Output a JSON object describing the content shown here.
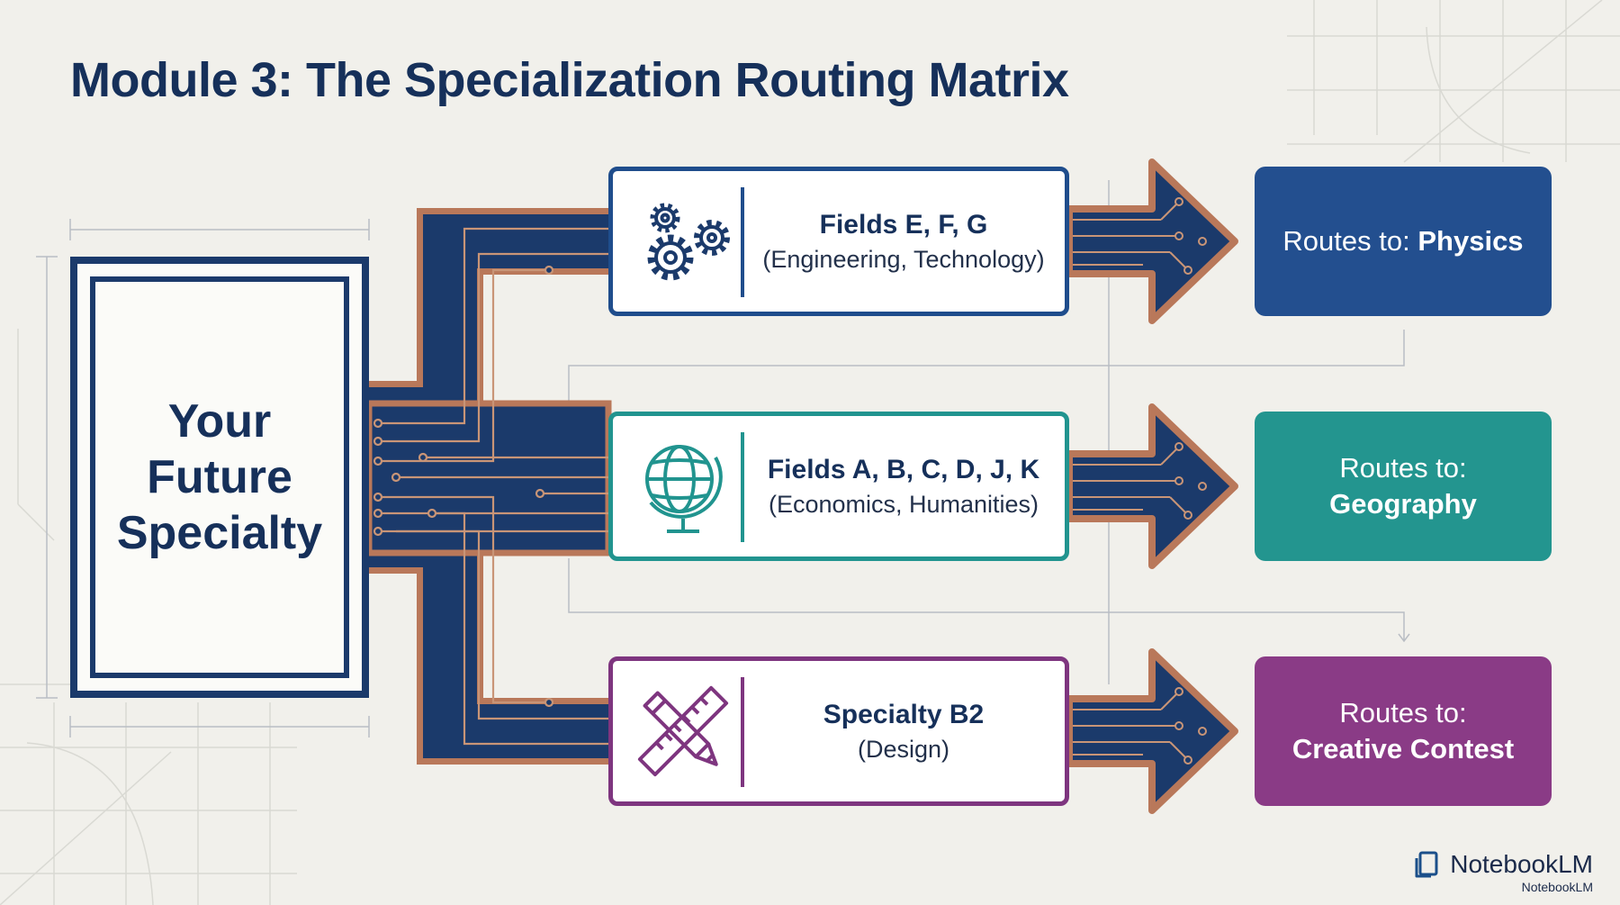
{
  "title": "Module 3: The Specialization Routing Matrix",
  "source": {
    "label": "Your Future Specialty"
  },
  "routes": [
    {
      "fields": "Fields E, F, G",
      "description": "(Engineering, Technology)",
      "icon": "gears-icon",
      "color": "#1f4d8c",
      "destination_prefix": "Routes to:",
      "destination": "Physics",
      "destination_color": "#234f8f"
    },
    {
      "fields": "Fields A, B, C, D, J, K",
      "description": "(Economics, Humanities)",
      "icon": "globe-icon",
      "color": "#21948f",
      "destination_prefix": "Routes to:",
      "destination": "Geography",
      "destination_color": "#23958f"
    },
    {
      "fields": "Specialty B2",
      "description": "(Design)",
      "icon": "pencil-ruler-icon",
      "color": "#7e357f",
      "destination_prefix": "Routes to:",
      "destination": "Creative Contest",
      "destination_color": "#8a3b86"
    }
  ],
  "colors": {
    "navy": "#1b3a6b",
    "copper": "#b9785a",
    "background": "#f1f0eb"
  },
  "brand": {
    "name": "NotebookLM",
    "small": "NotebookLM",
    "icon": "notebooklm-logo-icon"
  }
}
